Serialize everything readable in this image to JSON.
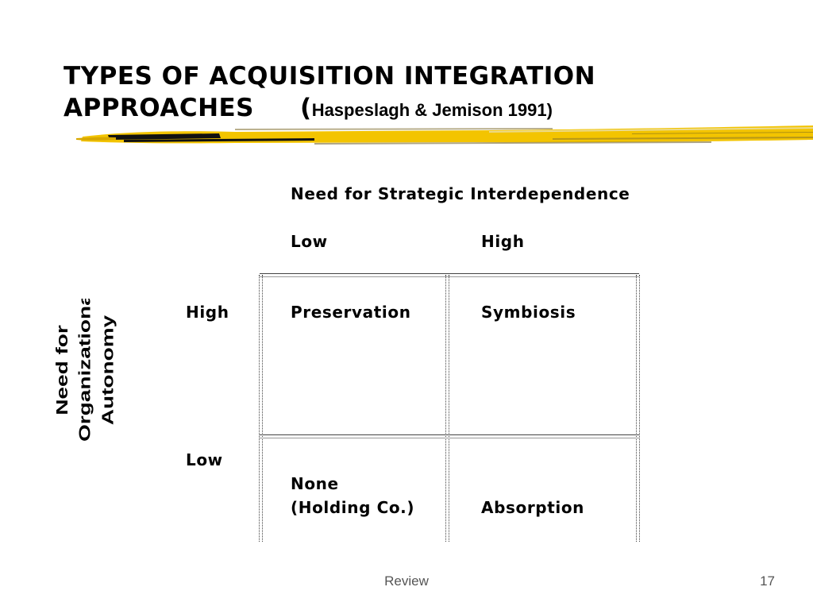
{
  "slide": {
    "title_line1": "TYPES OF ACQUISITION INTEGRATION",
    "title_line2": "APPROACHES",
    "title_paren_open": "(",
    "title_citation": "Haspeslagh & Jemison 1991)"
  },
  "matrix": {
    "top_axis_label": "Need for Strategic Interdependence",
    "col_low": "Low",
    "col_high": "High",
    "row_high": "High",
    "row_low": "Low",
    "cell_high_low": "Preservation",
    "cell_high_high": "Symbiosis",
    "cell_low_low_line1": "None",
    "cell_low_low_line2": "(Holding Co.)",
    "cell_low_high": "Absorption",
    "side_axis_line1": "Need for",
    "side_axis_line2": "Organizational",
    "side_axis_line3": "Autonomy"
  },
  "footer": {
    "center_text": "Review",
    "page_number": "17"
  },
  "colors": {
    "brush_yellow": "#f3c400",
    "brush_dark": "#111111"
  }
}
